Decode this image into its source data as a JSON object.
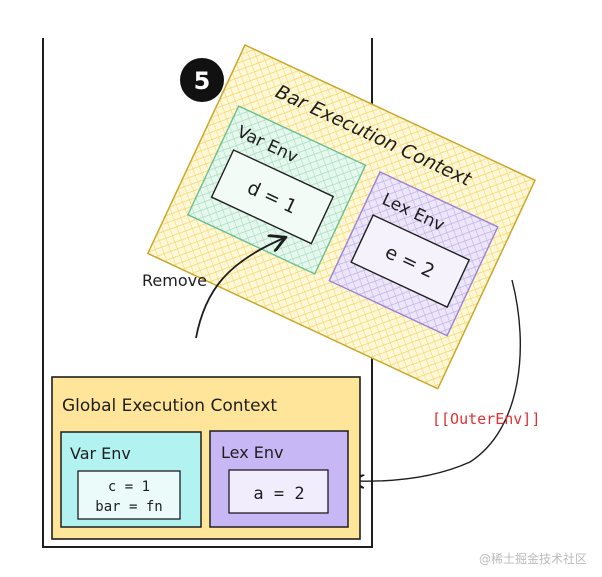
{
  "step": {
    "number": "5"
  },
  "bar_context": {
    "title": "Bar Execution Context",
    "var_env": {
      "label": "Var Env",
      "content": "d = 1"
    },
    "lex_env": {
      "label": "Lex Env",
      "content": "e = 2"
    }
  },
  "remove_label": "Remove",
  "global_context": {
    "title": "Global Execution Context",
    "var_env": {
      "label": "Var Env",
      "line1": "c = 1",
      "line2": "bar = fn"
    },
    "lex_env": {
      "label": "Lex Env",
      "content": "a = 2"
    }
  },
  "outer_env_label": "[[OuterEnv]]",
  "watermark": "@稀土掘金技术社区",
  "colors": {
    "context_fill": "#ffe599",
    "var_env_fill": "#b2f2f0",
    "lex_env_fill": "#c7b8f5",
    "outer_env_text": "#e03131",
    "stroke": "#1e1e1e"
  }
}
